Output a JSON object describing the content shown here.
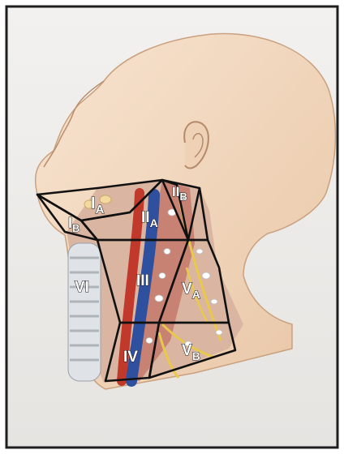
{
  "levels": {
    "IA": {
      "main": "I",
      "sub": "A"
    },
    "IB": {
      "main": "I",
      "sub": "B"
    },
    "IIA": {
      "main": "II",
      "sub": "A"
    },
    "IIB": {
      "main": "II",
      "sub": "B"
    },
    "III": {
      "main": "III"
    },
    "IV": {
      "main": "IV"
    },
    "VA": {
      "main": "V",
      "sub": "A"
    },
    "VB": {
      "main": "V",
      "sub": "B"
    },
    "VI": {
      "main": "VI"
    }
  },
  "colors": {
    "skin": "#f4dcc4",
    "frame_border": "#1e1e1e",
    "artery": "#c0392b",
    "vein": "#2f4f9f",
    "nerve": "#e8c94a",
    "muscle": "#b9584e",
    "level_outline": "#111111"
  }
}
